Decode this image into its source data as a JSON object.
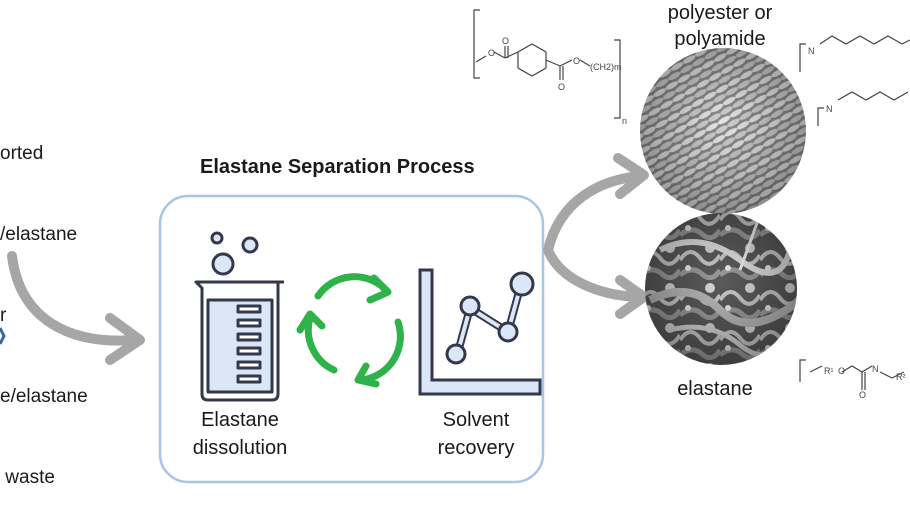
{
  "left_text": {
    "lines": [
      "orted",
      "/elastane",
      "r",
      "e/elastane",
      " waste"
    ]
  },
  "process": {
    "title": "Elastane Separation Process",
    "step1": [
      "Elastane",
      "dissolution"
    ],
    "step2": [
      "Solvent",
      "recovery"
    ]
  },
  "outputs": {
    "top_label": [
      "polyester or",
      "polyamide"
    ],
    "bottom_label": "elastane",
    "chem_subscript": "n",
    "chem_text": "(CH2)m"
  },
  "colors": {
    "box_border": "#a9c4e4",
    "icon_fill": "#dbe6f6",
    "icon_stroke": "#33394a",
    "recycle_green": "#2db34a",
    "arrow_gray": "#a6a6a6"
  }
}
